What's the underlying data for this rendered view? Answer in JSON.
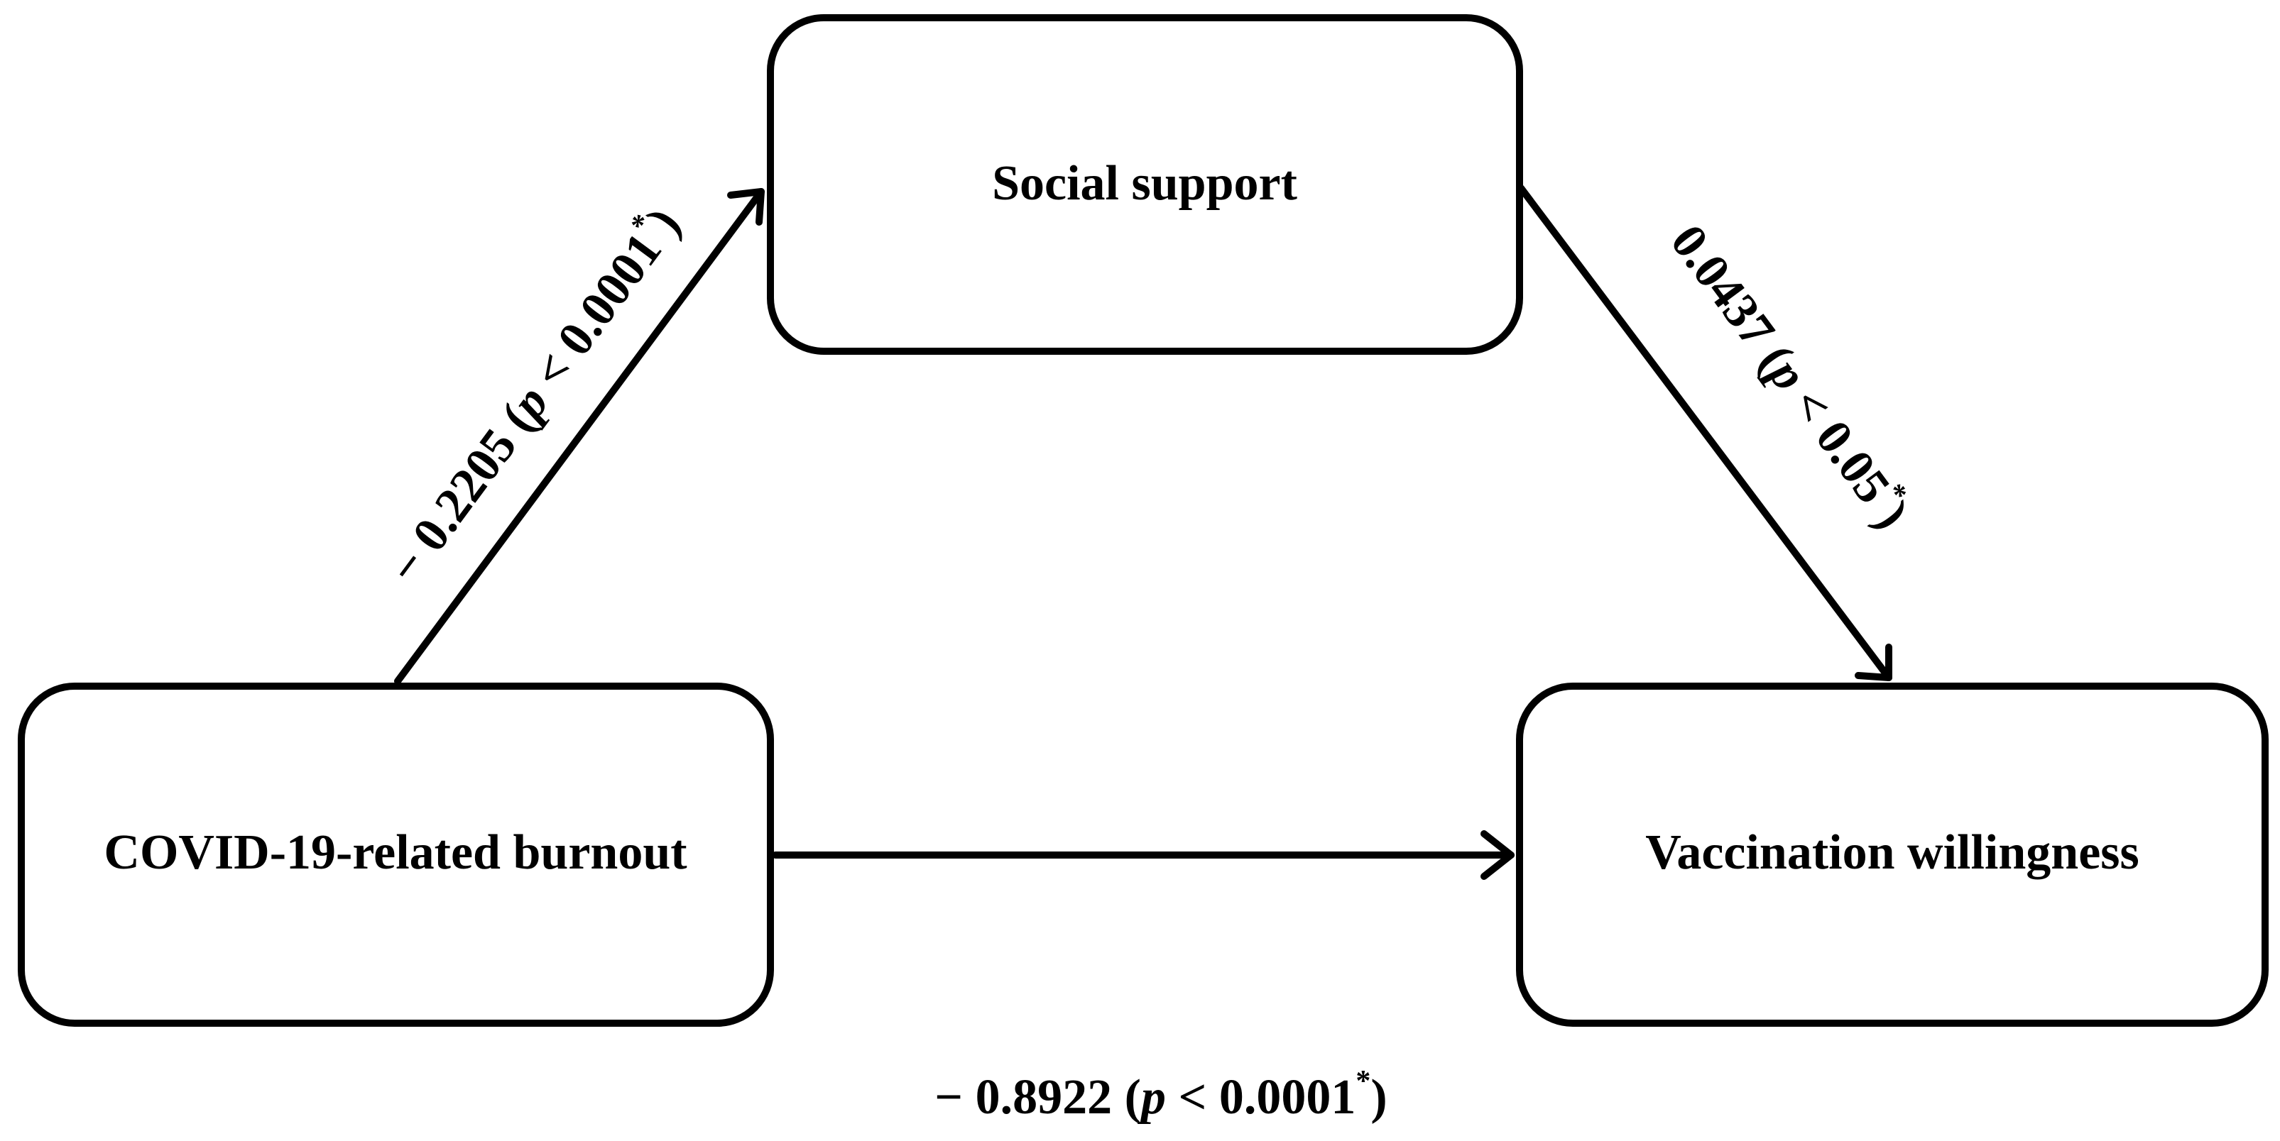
{
  "nodes": {
    "mediator": {
      "label": "Social support"
    },
    "predictor": {
      "label": "COVID-19-related burnout"
    },
    "outcome": {
      "label": "Vaccination willingness"
    }
  },
  "edges": {
    "a_path": {
      "coef": "− 0.2205 (",
      "p_symbol": "p",
      "p_rest": " < 0.0001",
      "star": "*",
      "close": ")"
    },
    "b_path": {
      "coef": "0.0437 (",
      "p_symbol": "p",
      "p_rest": " < 0.05",
      "star": "*",
      "close": ")"
    },
    "c_path": {
      "coef": "− 0.8922 (",
      "p_symbol": "p",
      "p_rest": " < 0.0001",
      "star": "*",
      "close": ")"
    }
  }
}
